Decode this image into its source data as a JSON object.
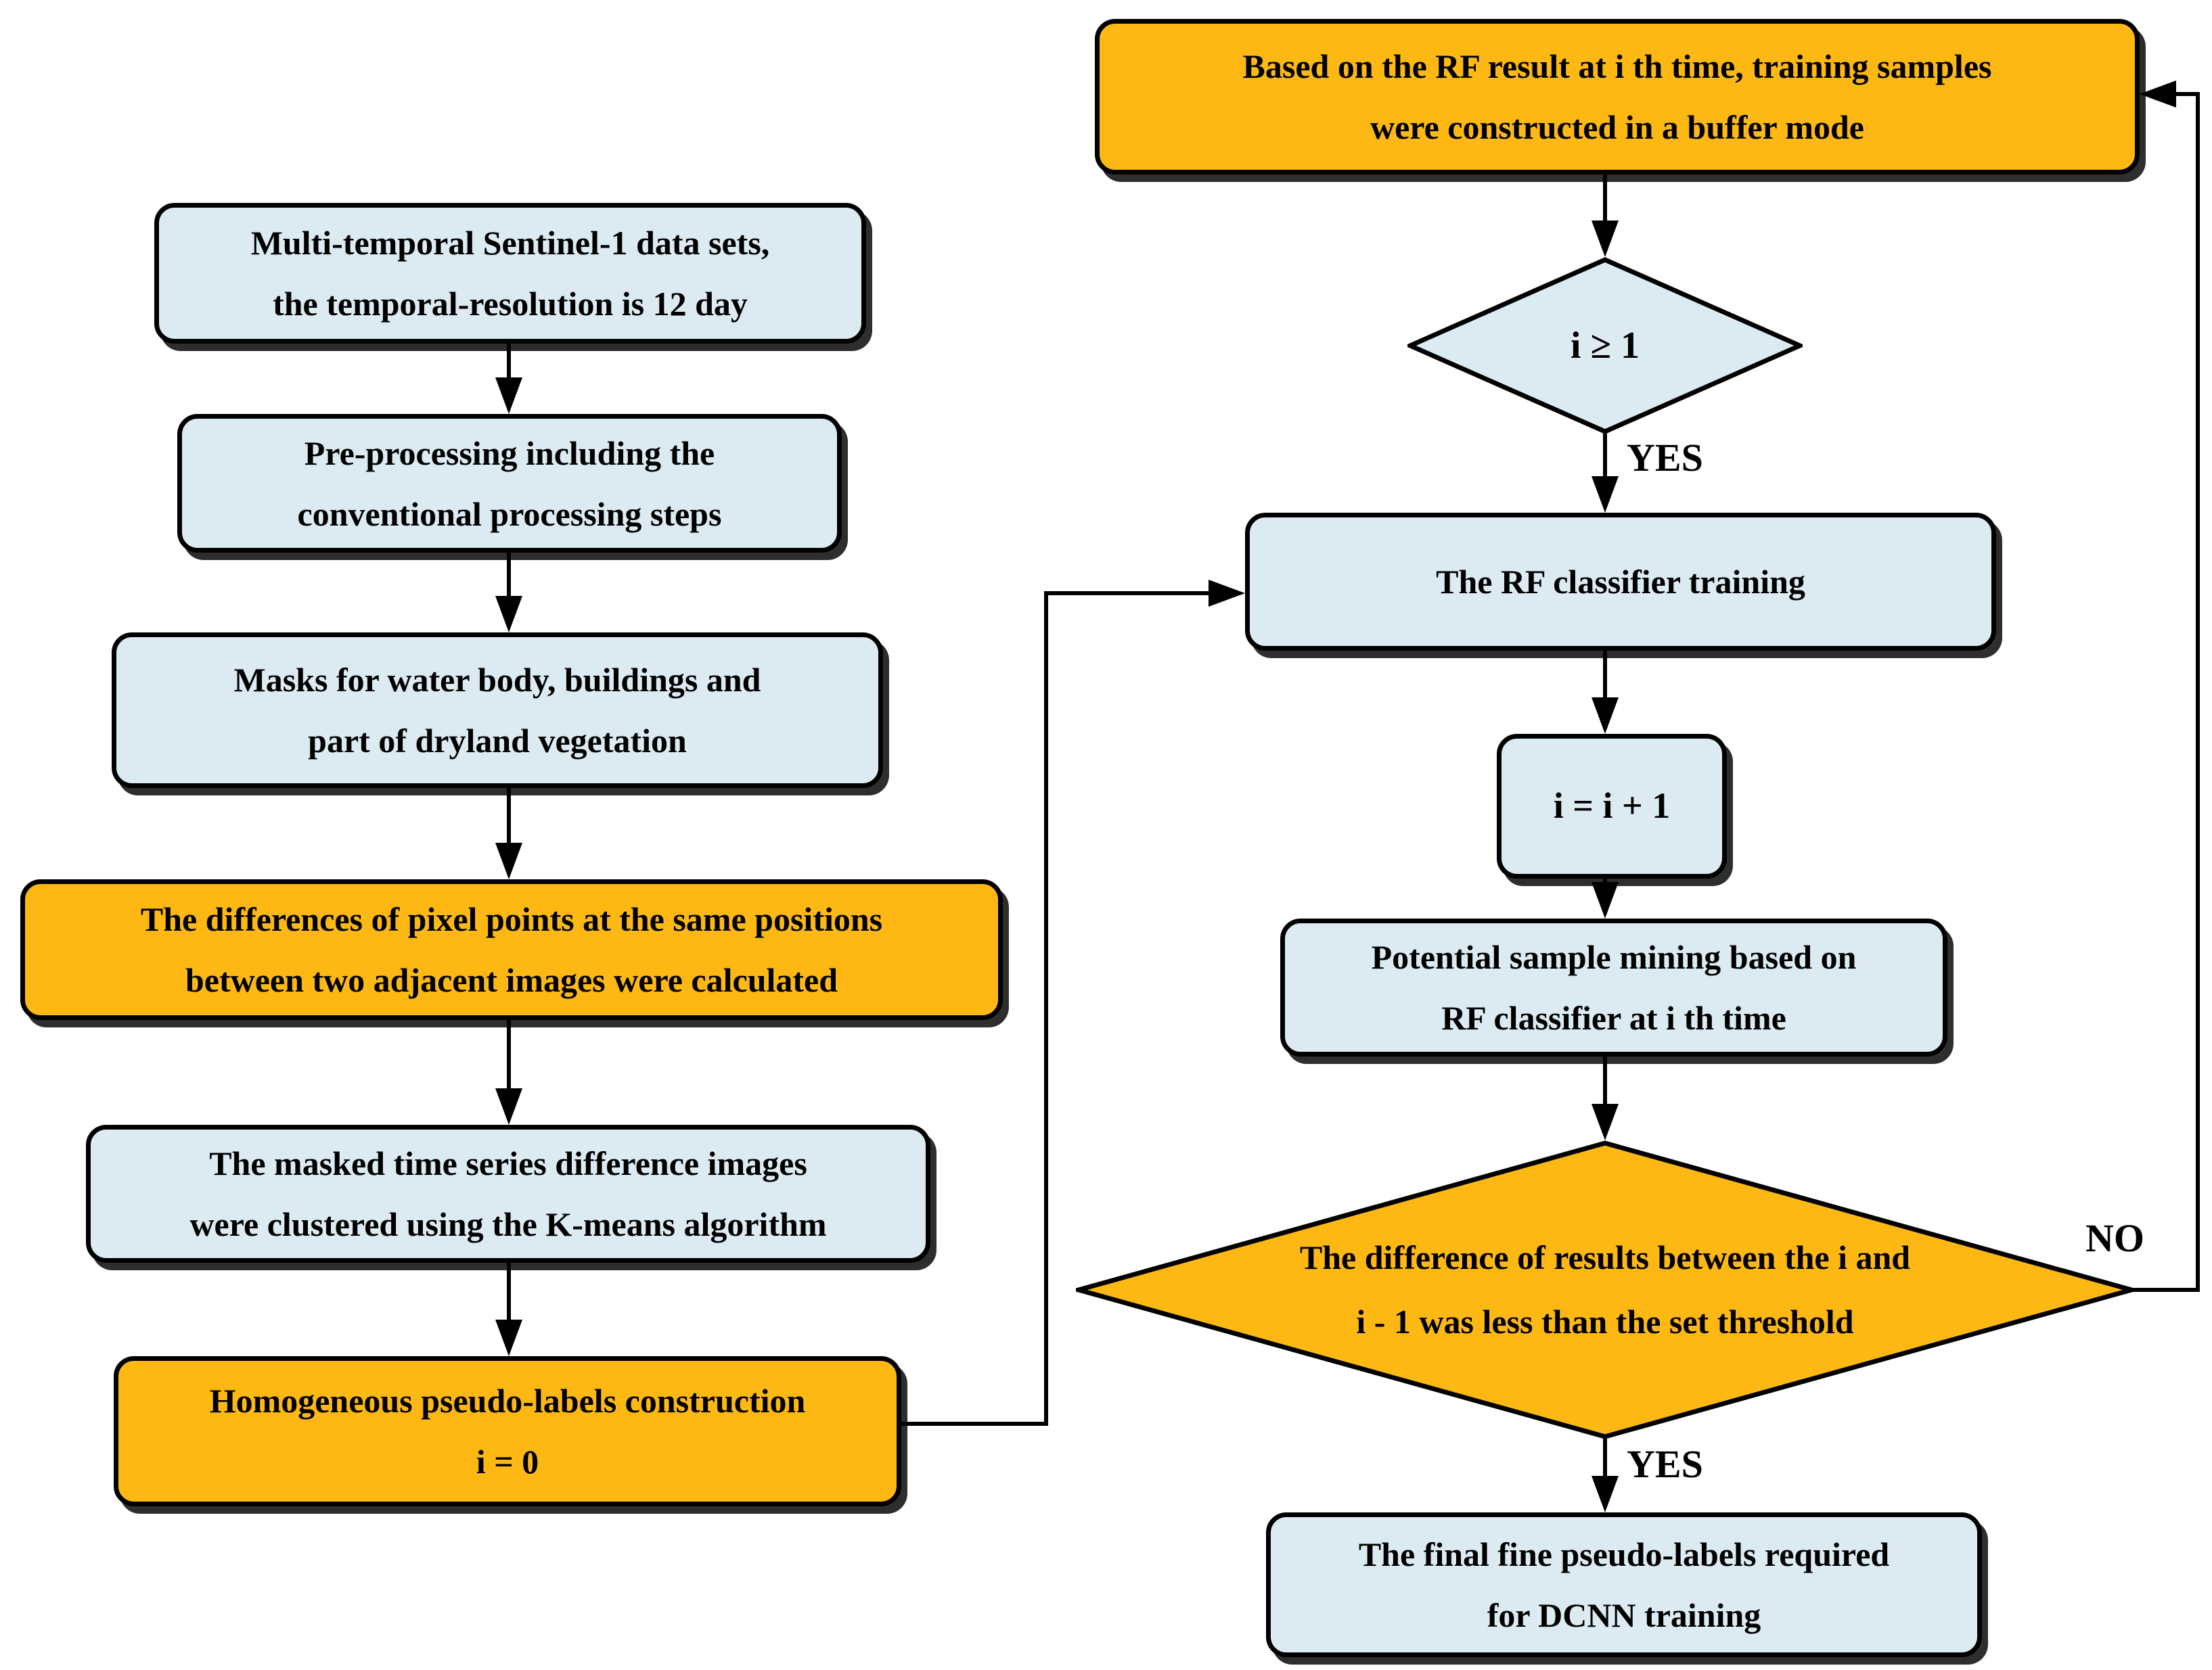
{
  "nodes": {
    "sentinel": {
      "line1": "Multi-temporal Sentinel-1 data sets,",
      "line2": "the temporal-resolution is 12 day"
    },
    "preprocess": {
      "line1": "Pre-processing including the",
      "line2": "conventional processing steps"
    },
    "masks": {
      "line1": "Masks for water body, buildings and",
      "line2": "part of dryland vegetation"
    },
    "differences": {
      "line1": "The differences of pixel points at the same positions",
      "line2": "between two adjacent images were calculated"
    },
    "kmeans": {
      "line1": "The masked time series difference images",
      "line2": "were clustered  using the K-means algorithm"
    },
    "homogeneous": {
      "line1": "Homogeneous pseudo-labels construction",
      "line2": "i = 0"
    },
    "buffer": {
      "line1": "Based on the RF result at i th time, training samples",
      "line2": "were constructed in a buffer mode"
    },
    "ige1": {
      "line1": "i ≥ 1"
    },
    "rftraining": {
      "line1": "The RF classifier training"
    },
    "increment": {
      "line1": "i = i + 1"
    },
    "mining": {
      "line1": "Potential sample mining based on",
      "line2": "RF classifier at i th time"
    },
    "threshold": {
      "line1": "The difference of results between the i and",
      "line2": "i - 1 was less than the set threshold"
    },
    "final": {
      "line1": "The final fine pseudo-labels required",
      "line2": "for DCNN training"
    }
  },
  "labels": {
    "yes_after_ige1": "YES",
    "yes_after_threshold": "YES",
    "no_loop": "NO"
  },
  "colors": {
    "process_blue": "#DCEBF2",
    "highlight_orange": "#FDB813",
    "line_black": "#000000",
    "background": "#FFFFFF"
  }
}
